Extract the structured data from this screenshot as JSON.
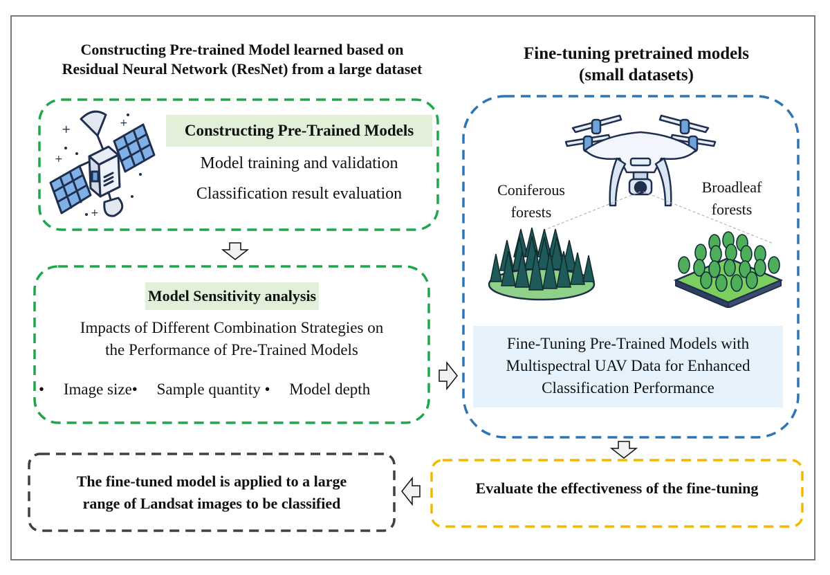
{
  "title": "Flowchart: pre-training a ResNet model on a large dataset and fine-tuning it with UAV data",
  "left_heading": {
    "line1": "Constructing Pre-trained Model learned based on",
    "line2": "Residual Neural Network (ResNet) from a large dataset"
  },
  "right_heading": {
    "line1": "Fine-tuning pretrained models",
    "line2": "(small datasets)"
  },
  "box_pretrain": {
    "icon": "satellite-icon",
    "title": "Constructing Pre-Trained Models",
    "items": [
      "Model training and validation",
      "Classification result evaluation"
    ],
    "border_color": "#1fa64a"
  },
  "box_sensitivity": {
    "title": "Model Sensitivity analysis",
    "description_line1": "Impacts of Different Combination Strategies on",
    "description_line2": "the Performance of Pre-Trained Models",
    "factors": [
      "Image size",
      "Sample quantity",
      "Model depth"
    ],
    "border_color": "#1fa64a"
  },
  "box_finetune": {
    "drone_icon": "drone-icon",
    "left_label_line1": "Coniferous",
    "left_label_line2": "forests",
    "right_label_line1": "Broadleaf",
    "right_label_line2": "forests",
    "description_line1": "Fine-Tuning Pre-Trained Models with",
    "description_line2": "Multispectral UAV Data for Enhanced",
    "description_line3": "Classification Performance",
    "border_color": "#2e75b6"
  },
  "box_evaluate": {
    "text": "Evaluate the effectiveness of the fine-tuning",
    "border_color": "#f5b800"
  },
  "box_apply": {
    "line1": "The fine-tuned model is applied to a large",
    "line2": "range of Landsat images to be classified",
    "border_color": "#404040"
  },
  "colors": {
    "highlight_green": "#e2efd9",
    "highlight_blue": "#e6f2fb",
    "frame": "#7a7a7a",
    "arrow_fill": "#f2f2f2"
  }
}
